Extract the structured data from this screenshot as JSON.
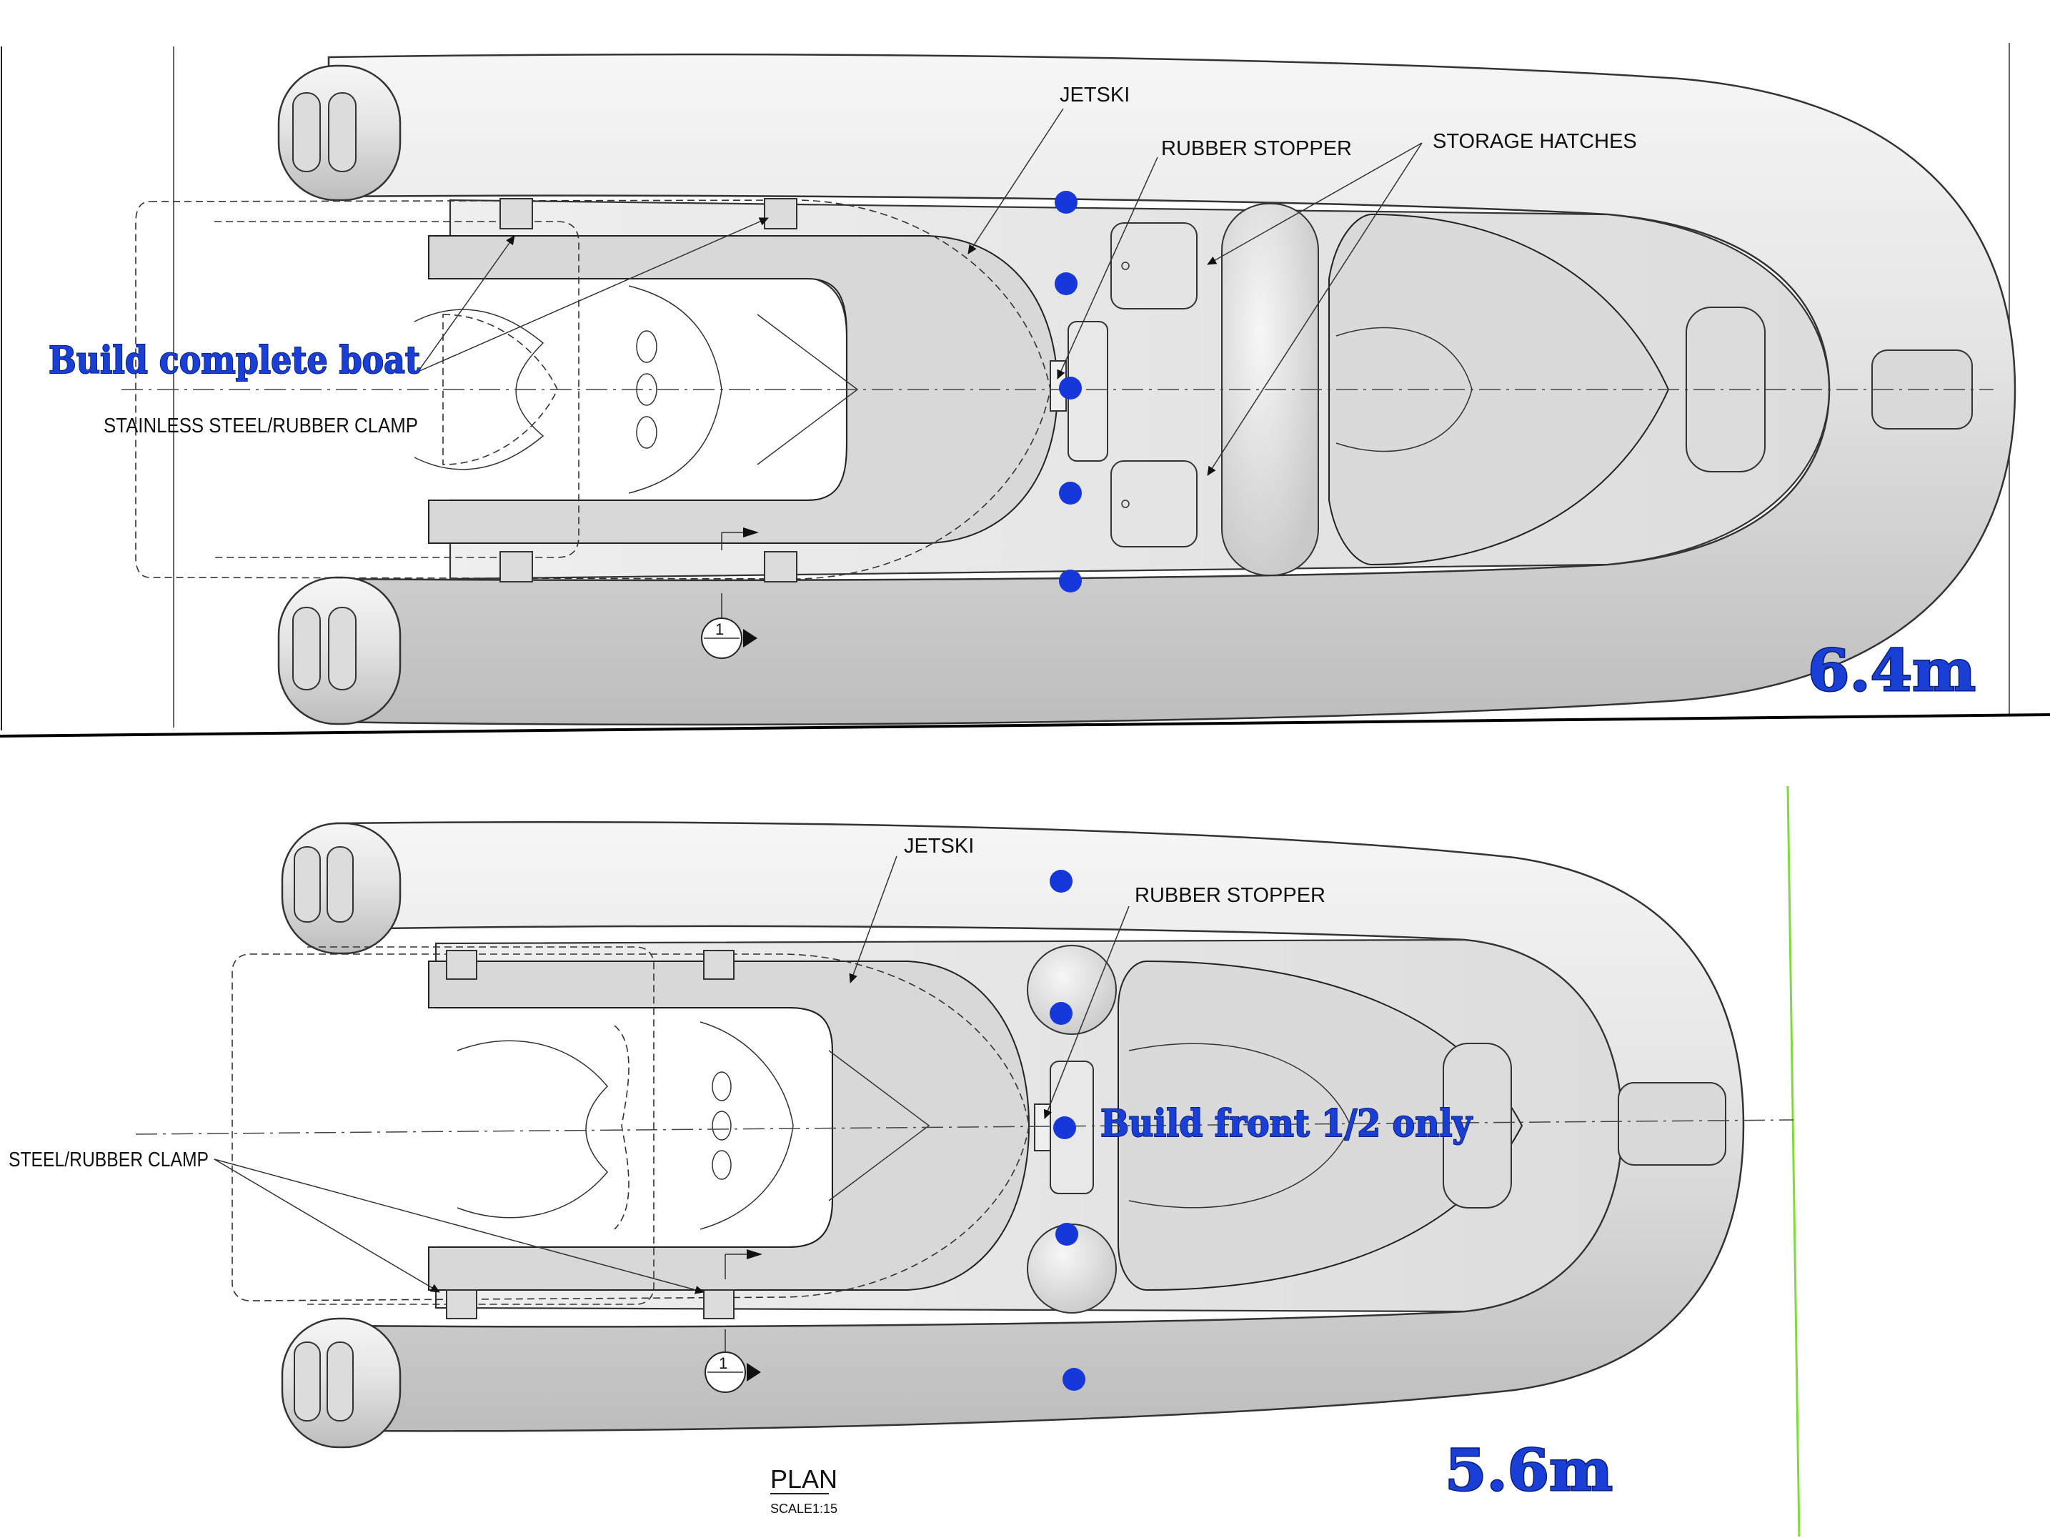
{
  "top_plan": {
    "labels": {
      "jetski": "JETSKI",
      "rubber_stopper": "RUBBER STOPPER",
      "storage_hatches": "STORAGE HATCHES",
      "clamp": "STAINLESS STEEL/RUBBER CLAMP"
    },
    "overlay_note": "Build complete boat",
    "size": "6.4m",
    "section_marker": "1"
  },
  "bottom_plan": {
    "labels": {
      "jetski": "JETSKI",
      "rubber_stopper": "RUBBER STOPPER",
      "clamp": "STEEL/RUBBER CLAMP"
    },
    "overlay_note": "Build front 1/2 only",
    "size": "5.6m",
    "section_marker": "1",
    "title": "PLAN",
    "scale": "SCALE1:15"
  },
  "colors": {
    "marker_dot": "#1637d9",
    "overlay_text": "#1a3fd6",
    "hull": "#e6e6e6",
    "guide_line": "#7ddc3a"
  }
}
